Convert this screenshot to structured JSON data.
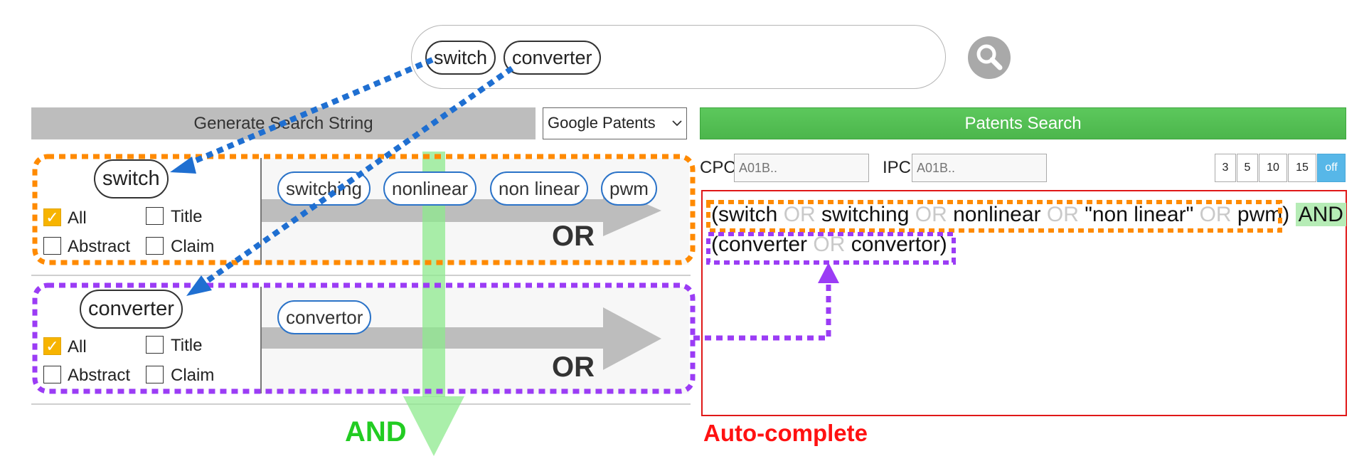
{
  "search": {
    "chips": [
      "switch",
      "converter"
    ]
  },
  "controls": {
    "generate_label": "Generate Search String",
    "engine_selected": "Google Patents",
    "patents_search_label": "Patents Search"
  },
  "filters": {
    "cpc_label": "CPC",
    "cpc_placeholder": "A01B..",
    "ipc_label": "IPC",
    "ipc_placeholder": "A01B..",
    "count_options": [
      "3",
      "5",
      "10",
      "15",
      "off"
    ],
    "selected_count": "off"
  },
  "rows": [
    {
      "keyword": "switch",
      "checkboxes": {
        "all": "All",
        "title": "Title",
        "abstract": "Abstract",
        "claim": "Claim"
      },
      "checked": [
        "all"
      ],
      "synonyms": [
        "switching",
        "nonlinear",
        "non linear",
        "pwm"
      ],
      "operator": "OR"
    },
    {
      "keyword": "converter",
      "checkboxes": {
        "all": "All",
        "title": "Title",
        "abstract": "Abstract",
        "claim": "Claim"
      },
      "checked": [
        "all"
      ],
      "synonyms": [
        "convertor"
      ],
      "operator": "OR"
    }
  ],
  "result": {
    "line1": {
      "open": "(switch ",
      "or1": "OR",
      "t2": " switching ",
      "or2": "OR",
      "t3": " nonlinear ",
      "or3": "OR",
      "t4": " \"non linear\" ",
      "or4": "OR",
      "t5": " pwm)",
      "and": "AND"
    },
    "line2": {
      "t1": "(converter ",
      "or1": "OR",
      "t2": " convertor)"
    }
  },
  "annotations": {
    "and_label": "AND",
    "autocomplete_label": "Auto-complete"
  },
  "colors": {
    "orange": "#ff8a00",
    "purple": "#9b3cf5",
    "blue_arrow": "#1f6fd1",
    "green_arrow": "#7ee77e",
    "result_border": "#e01818"
  }
}
